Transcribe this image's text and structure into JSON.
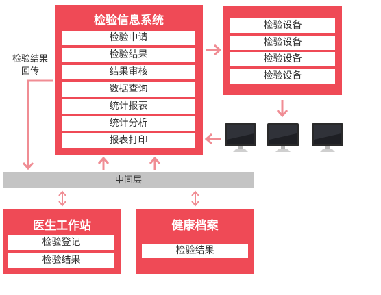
{
  "main_system": {
    "title": "检验信息系统",
    "items": [
      "检验申请",
      "检验结果",
      "结果审核",
      "数据查询",
      "统计报表",
      "统计分析",
      "报表打印"
    ]
  },
  "devices": {
    "items": [
      "检验设备",
      "检验设备",
      "检验设备",
      "检验设备"
    ]
  },
  "return_label": {
    "line1": "检验结果",
    "line2": "回传"
  },
  "middleware": {
    "label": "中间层"
  },
  "doctor_station": {
    "title": "医生工作站",
    "items": [
      "检验登记",
      "检验结果"
    ]
  },
  "health_record": {
    "title": "健康档案",
    "items": [
      "检验结果"
    ]
  },
  "colors": {
    "accent": "#ef4a56",
    "arrow": "#f08d94",
    "middleware": "#c4c4c4"
  }
}
